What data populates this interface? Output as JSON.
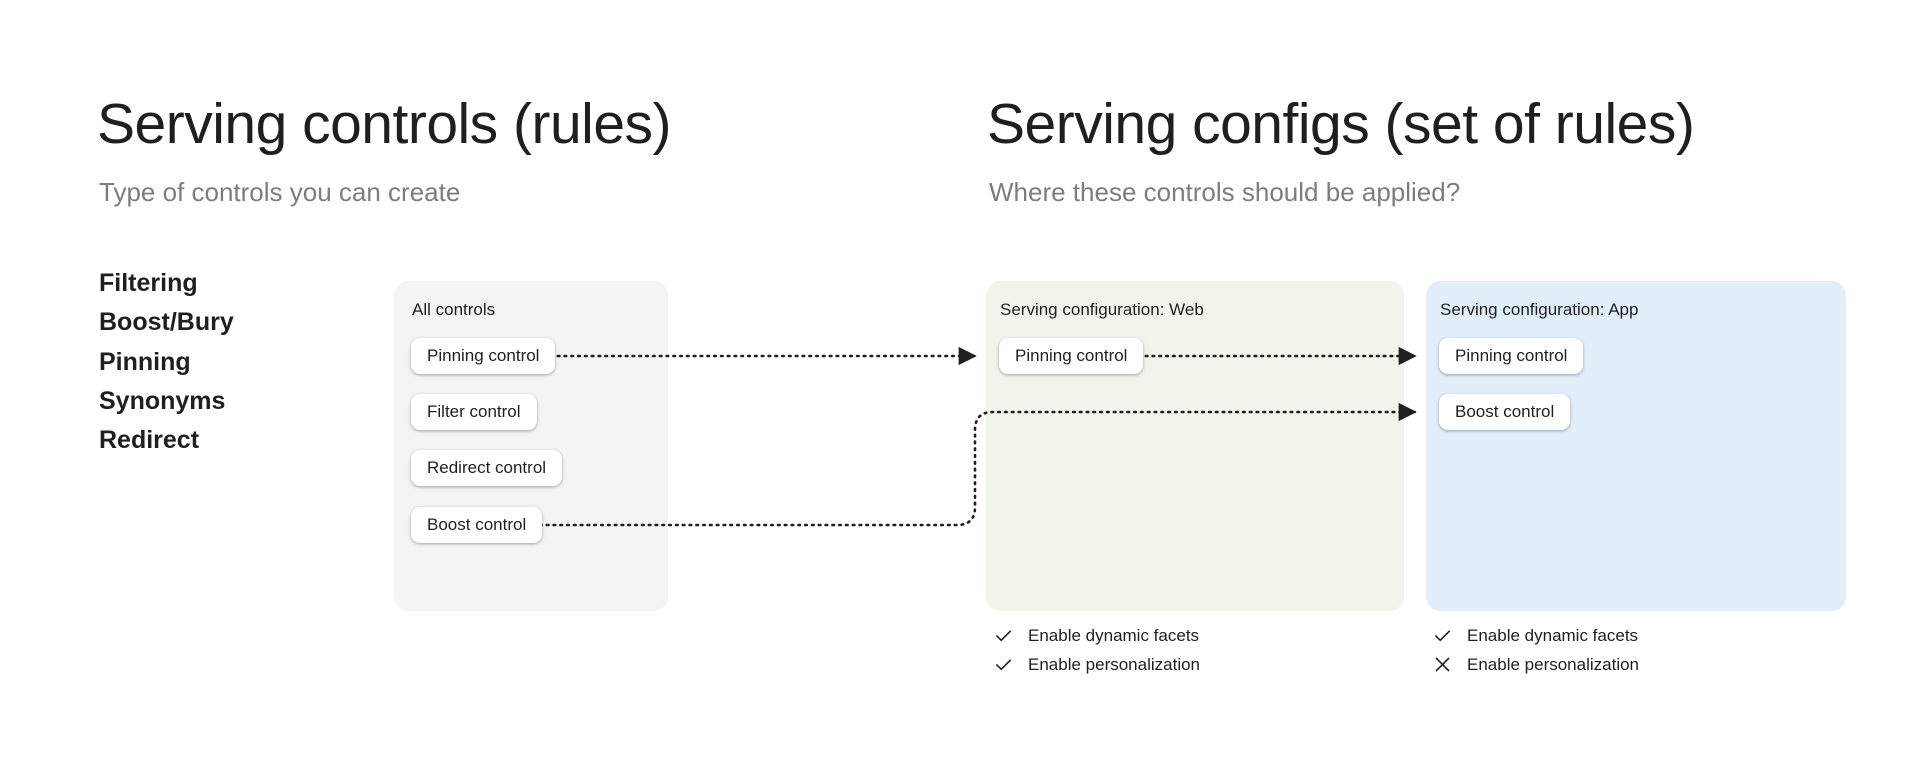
{
  "left_column": {
    "title": "Serving controls (rules)",
    "subtitle": "Type of controls you can create",
    "control_types": [
      "Filtering",
      "Boost/Bury",
      "Pinning",
      "Synonyms",
      "Redirect"
    ]
  },
  "right_column": {
    "title": "Serving configs (set of rules)",
    "subtitle": "Where these controls should be applied?"
  },
  "panels": {
    "all_controls": {
      "label": "All controls",
      "background": "#f4f4f4",
      "chips": [
        "Pinning control",
        "Filter control",
        "Redirect control",
        "Boost control"
      ]
    },
    "serving_config_web": {
      "label": "Serving configuration: Web",
      "background": "#eff5ea",
      "chips": [
        "Pinning control"
      ],
      "options": [
        {
          "label": "Enable dynamic facets",
          "mark": "check-icon",
          "enabled": true
        },
        {
          "label": "Enable personalization",
          "mark": "check-icon",
          "enabled": true
        }
      ]
    },
    "serving_config_app": {
      "label": "Serving configuration: App",
      "background": "#e2effa",
      "chips": [
        "Pinning control",
        "Boost control"
      ],
      "options": [
        {
          "label": "Enable dynamic facets",
          "mark": "check-icon",
          "enabled": true
        },
        {
          "label": "Enable personalization",
          "mark": "close-icon",
          "enabled": false
        }
      ]
    }
  },
  "connectors": [
    {
      "from": "all-controls.pinning-control",
      "to": "serving-config-web.pinning-control",
      "style": "dotted-arrow"
    },
    {
      "from": "serving-config-web.pinning-control",
      "to": "serving-config-app.pinning-control",
      "style": "dotted-arrow"
    },
    {
      "from": "all-controls.boost-control",
      "to": "serving-config-app.boost-control",
      "style": "dotted-arrow-elbow"
    }
  ],
  "colors": {
    "text_primary": "#1f1f1f",
    "text_muted": "#7d7d7d",
    "panel_neutral": "#f4f4f4",
    "panel_green": "#eff5ea",
    "panel_blue": "#e2effa",
    "connector": "#1f1f1f",
    "chip_background": "#ffffff",
    "page_background": "#ffffff"
  }
}
